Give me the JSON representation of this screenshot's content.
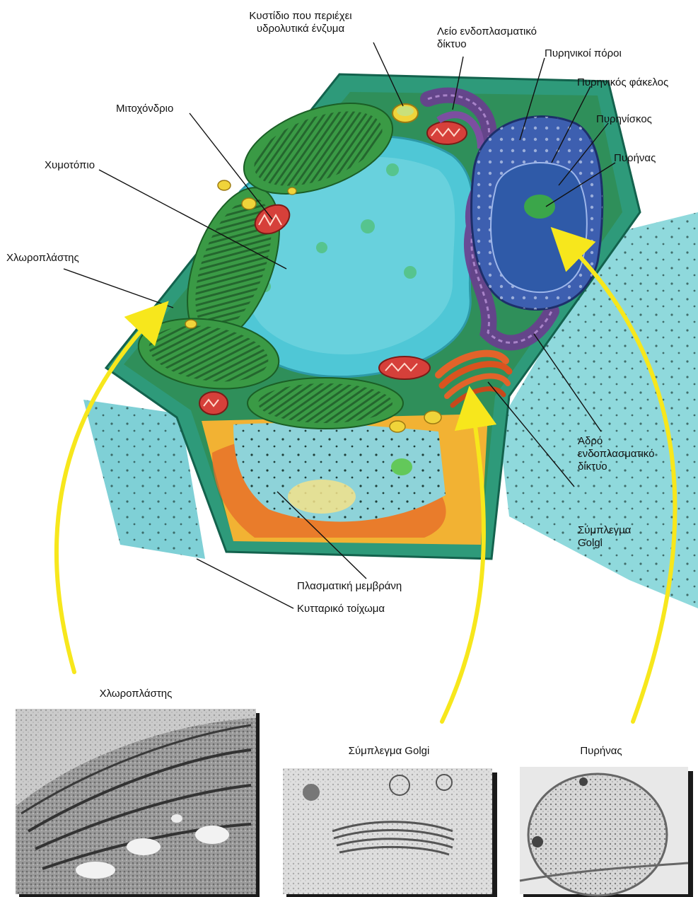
{
  "labels": {
    "vesicle_line1": "Κυστίδιο που περιέχει",
    "vesicle_line2": "υδρολυτικά ένζυμα",
    "smooth_er_line1": "Λείο ενδοπλασματικό",
    "smooth_er_line2": "δίκτυο",
    "nuclear_pores": "Πυρηνικοί  πόροι",
    "nuclear_envelope": "Πυρηνικός φάκελος",
    "nucleolus": "Πυρηνίσκος",
    "nucleus": "Πυρήνας",
    "mitochondrion": "Μιτοχόνδριο",
    "vacuole": "Χυμοτόπιο",
    "chloroplast": "Χλωροπλάστης",
    "rough_er_line1": "Αδρό",
    "rough_er_line2": "ενδοπλασματικό",
    "rough_er_line3": "δίκτυο",
    "golgi_line1": "Σύμπλεγμα",
    "golgi_line2": "Golgi",
    "plasma_membrane": "Πλασματική μεμβράνη",
    "cell_wall": "Κυτταρικό τοίχωμα"
  },
  "micrographs": {
    "chloroplast_caption": "Χλωροπλάστης",
    "golgi_caption": "Σύμπλεγμα Golgi",
    "nucleus_caption": "Πυρήνας"
  },
  "colors": {
    "arrow": "#f7e71c",
    "cell_wall": "#2e9a7a",
    "cytoplasm": "#2f8f5a",
    "vacuole": "#4fc7d6",
    "chloroplast": "#2e8b3a",
    "nucleus": "#3d5fb0",
    "er": "#6a3d8f",
    "golgi": "#e2632a",
    "mitochondrion": "#d6403a"
  }
}
